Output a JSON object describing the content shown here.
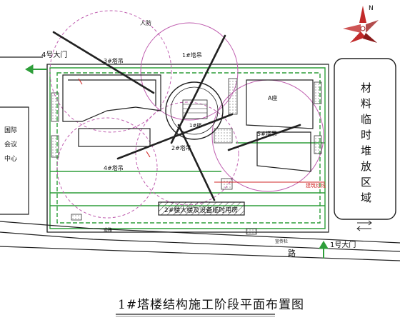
{
  "title": "1#塔楼结构施工阶段平面布置图",
  "compass": {
    "label": "N"
  },
  "gates": {
    "gate4": "4号大门",
    "gate1": "1号大门"
  },
  "zone_labels": {
    "people": "人防",
    "conference": [
      "国际",
      "会议",
      "中心"
    ],
    "material_yard": [
      "材",
      "料",
      "临",
      "时",
      "堆",
      "放",
      "区",
      "域"
    ],
    "road": "路",
    "redline": "建筑红线",
    "temp_facilities": "2#楼大楼及设备临时用房",
    "building_a": "A座",
    "tower1": "1#楼",
    "sign_left": "道路",
    "sign_bottom": "宣传栏"
  },
  "tower_cranes": [
    {
      "id": "crane-3",
      "label": "3#塔吊"
    },
    {
      "id": "crane-1",
      "label": "1#塔吊"
    },
    {
      "id": "crane-2",
      "label": "2#塔吊"
    },
    {
      "id": "crane-4",
      "label": "4#塔吊"
    },
    {
      "id": "crane-5",
      "label": "5#塔吊"
    }
  ],
  "colors": {
    "road_green": "#2e9e3a",
    "outline": "#222222",
    "crane_circle": "#c060b0",
    "redline": "#d12a2a",
    "hatch": "#444444",
    "compass": "#c22a2a"
  }
}
